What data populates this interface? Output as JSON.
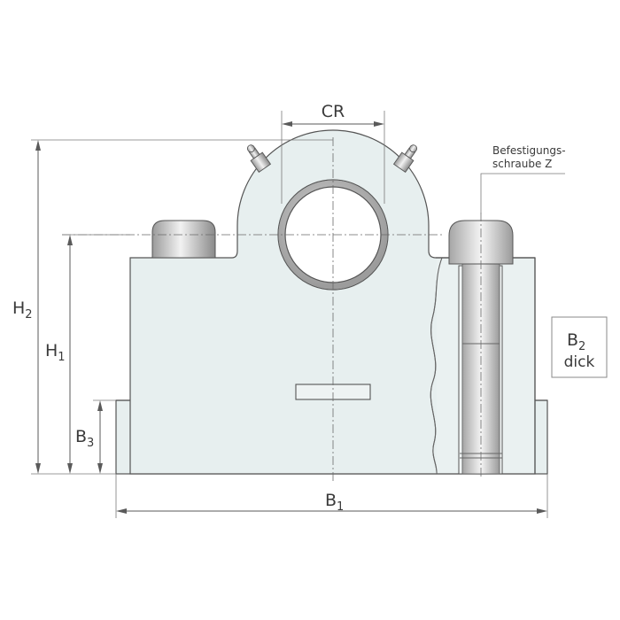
{
  "labels": {
    "cr": "CR",
    "h2_main": "H",
    "h2_sub": "2",
    "h1_main": "H",
    "h1_sub": "1",
    "b3_main": "B",
    "b3_sub": "3",
    "b1_main": "B",
    "b1_sub": "1",
    "b2_main": "B",
    "b2_sub": "2",
    "b2_dick": "dick",
    "screw_line1": "Befestigungs-",
    "screw_line2": "schraube Z"
  },
  "colors": {
    "housing_fill": "#e7efef",
    "bearing_ring": "#8c8c8c",
    "line": "#555555"
  }
}
